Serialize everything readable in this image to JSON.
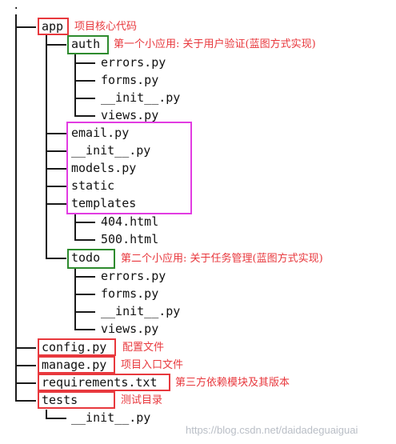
{
  "root_marker": ".",
  "tree": {
    "app": "app",
    "auth": "auth",
    "auth_errors": "errors.py",
    "auth_forms": "forms.py",
    "auth_init": "__init__.py",
    "auth_views": "views.py",
    "email": "email.py",
    "app_init": "__init__.py",
    "models": "models.py",
    "static": "static",
    "templates": "templates",
    "t404": "404.html",
    "t500": "500.html",
    "todo": "todo",
    "todo_errors": "errors.py",
    "todo_forms": "forms.py",
    "todo_init": "__init__.py",
    "todo_views": "views.py",
    "config": "config.py",
    "manage": "manage.py",
    "requirements": "requirements.txt",
    "tests": "tests",
    "tests_init": "__init__.py"
  },
  "notes": {
    "app": "项目核心代码",
    "auth": "第一个小应用: 关于用户验证(蓝图方式实现)",
    "todo": "第二个小应用: 关于任务管理(蓝图方式实现)",
    "config": "配置文件",
    "manage": "项目入口文件",
    "requirements": "第三方依赖模块及其版本",
    "tests": "测试目录"
  },
  "watermark": "https://blog.csdn.net/daidadeguaiguai",
  "colors": {
    "red_box": "#e8383d",
    "green_box": "#2e8b2e",
    "magenta_box": "#e23ce2",
    "annotation_text": "#e8383d",
    "tree_text": "#111111"
  }
}
